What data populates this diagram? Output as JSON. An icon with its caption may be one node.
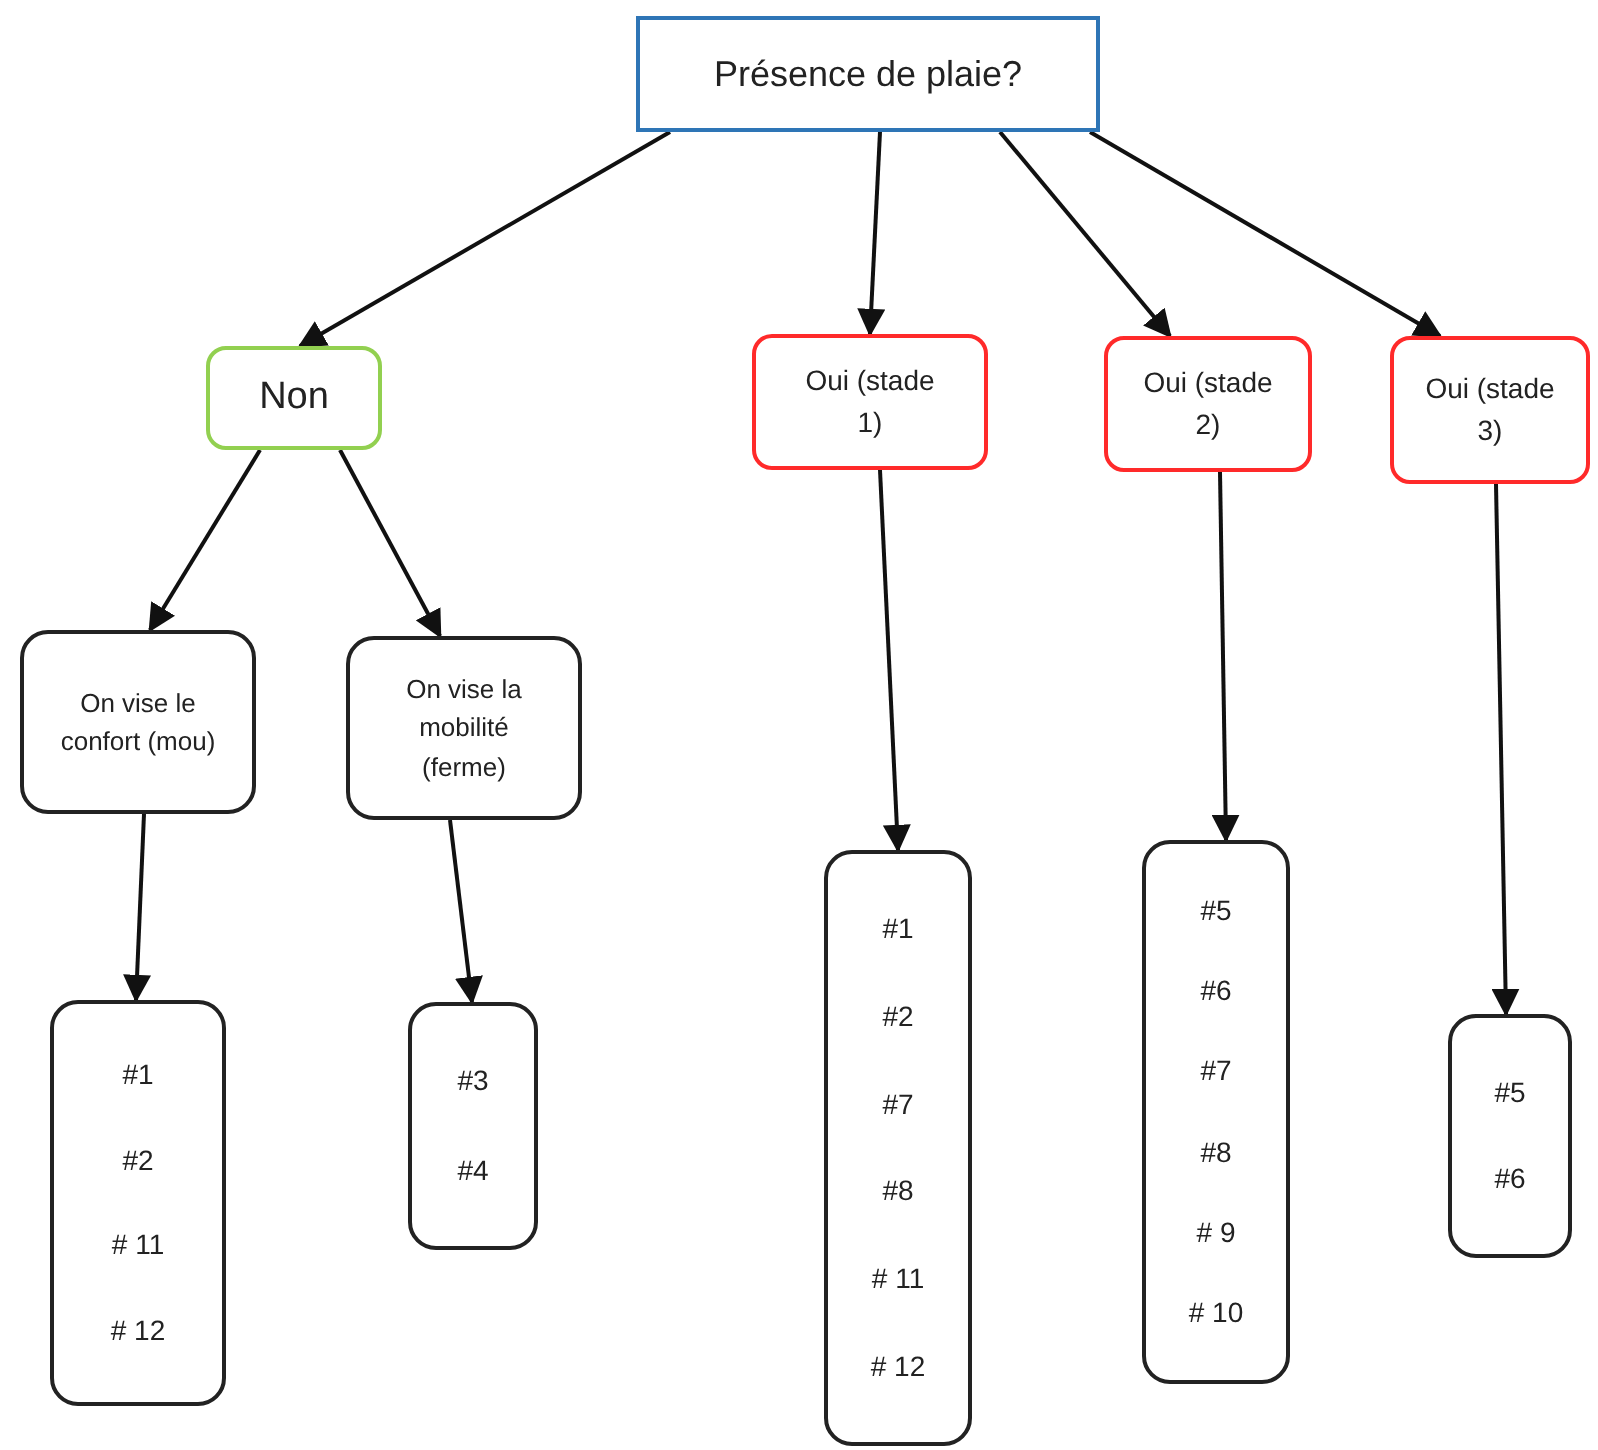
{
  "diagram": {
    "nodes": [
      {
        "text": [
          "Présence de plaie?"
        ]
      },
      {
        "text": [
          "Non"
        ]
      },
      {
        "text": [
          "Oui (stade 1)"
        ]
      },
      {
        "text": [
          "Oui (stade 2)"
        ]
      },
      {
        "text": [
          "Oui (stade 3)"
        ]
      },
      {
        "text": [
          "On vise le confort (mou)"
        ]
      },
      {
        "text": [
          "On vise la mobilité (ferme)"
        ]
      },
      {
        "text": [
          "#1",
          "#2",
          "# 11",
          "# 12"
        ]
      },
      {
        "text": [
          "#3",
          "#4"
        ]
      },
      {
        "text": [
          "#1",
          "#2",
          "#7",
          "#8",
          "# 11",
          "# 12"
        ]
      },
      {
        "text": [
          "#5",
          "#6",
          "#7",
          "#8",
          "# 9",
          "# 10"
        ]
      },
      {
        "text": [
          "#5",
          "#6"
        ]
      }
    ],
    "edges": [
      {
        "from": 0,
        "to": 1,
        "arrow": "to"
      },
      {
        "from": 0,
        "to": 2,
        "arrow": "to"
      },
      {
        "from": 0,
        "to": 3,
        "arrow": "to"
      },
      {
        "from": 0,
        "to": 4,
        "arrow": "to"
      },
      {
        "from": 1,
        "to": 5,
        "arrow": "to"
      },
      {
        "from": 1,
        "to": 6,
        "arrow": "to"
      },
      {
        "from": 5,
        "to": 7,
        "arrow": "to"
      },
      {
        "from": 6,
        "to": 8,
        "arrow": "to"
      },
      {
        "from": 2,
        "to": 9,
        "arrow": "to"
      },
      {
        "from": 3,
        "to": 10,
        "arrow": "to"
      },
      {
        "from": 4,
        "to": 11,
        "arrow": "to"
      }
    ]
  }
}
